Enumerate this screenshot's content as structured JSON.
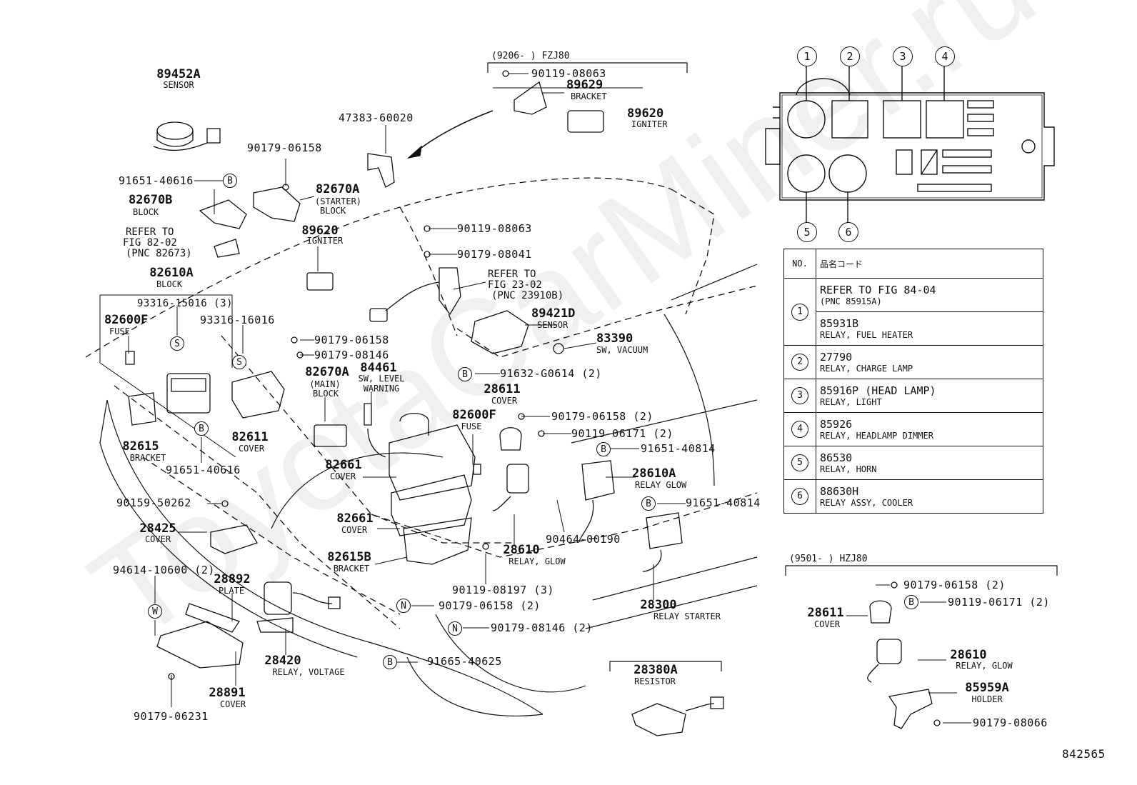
{
  "watermark": "ToyotaCarMiner.ru",
  "page_code": "842565",
  "labels": {
    "p89452A": "89452A",
    "sensor1": "SENSOR",
    "p90179_06158a": "90179-06158",
    "p47383": "47383-60020",
    "p91651_40616a": "91651-40616",
    "p82670B": "82670B",
    "block1": "BLOCK",
    "p82670A": "82670A",
    "starter": "(STARTER)",
    "block2": "BLOCK",
    "refer1": "REFER TO",
    "fig1": "FIG 82-02",
    "pnc1": "(PNC 82673)",
    "p89620a": "89620",
    "igniter1": "IGNITER",
    "p82610A": "82610A",
    "block3": "BLOCK",
    "p93316_15016": "93316-15016 (3)",
    "p82600Fa": "82600F",
    "fuse1": "FUSE",
    "p93316_16016": "93316-16016",
    "p90179_06158b": "90179-06158",
    "p90179_08146a": "90179-08146",
    "p82670Am": "82670A",
    "main": "(MAIN)",
    "block4": "BLOCK",
    "p84461": "84461",
    "swlevel": "SW, LEVEL",
    "warning": "WARNING",
    "p82611a": "82611",
    "cover1": "COVER",
    "p82615": "82615",
    "bracket1": "BRACKET",
    "p91651_40616b": "91651-40616",
    "p90159": "90159-50262",
    "p28425": "28425",
    "cover2": "COVER",
    "p82661a": "82661",
    "cover3": "COVER",
    "p82661b": "82661",
    "cover4": "COVER",
    "p82615B": "82615B",
    "bracket2": "BRACKET",
    "p94614": "94614-10600 (2)",
    "p28892": "28892",
    "plate": "PLATE",
    "p90119_08197": "90119-08197 (3)",
    "p90179_06158c": "90179-06158 (2)",
    "p90179_08146b": "90179-08146 (2)",
    "p91665": "91665-40625",
    "p28420": "28420",
    "relayvolt": "RELAY, VOLTAGE",
    "p28891": "28891",
    "cover5": "COVER",
    "p90179_06231": "90179-06231",
    "fzj": "(9206-        ) FZJ80",
    "p90119_08063a": "90119-08063",
    "p89629": "89629",
    "bracket3": "BRACKET",
    "p89620b": "89620",
    "igniter2": "IGNITER",
    "p90119_08063b": "90119-08063",
    "p90179_08041": "90179-08041",
    "refer2": "REFER TO",
    "fig2": "FIG 23-02",
    "pnc2": "(PNC 23910B)",
    "p89421D": "89421D",
    "sensor2": "SENSOR",
    "p83390": "83390",
    "swvac": "SW, VACUUM",
    "p91632": "91632-G0614 (2)",
    "p28611a": "28611",
    "cover6": "COVER",
    "p82600Fb": "82600F",
    "fuse2": "FUSE",
    "p90179_06158d": "90179-06158 (2)",
    "p90119_06171a": "90119-06171 (2)",
    "p91651_40814a": "91651-40814",
    "p28610A": "28610A",
    "relayglow1": "RELAY GLOW",
    "p91651_40814b": "91651-40814",
    "p90464": "90464-00190",
    "p28610a": "28610",
    "relayglow2": "RELAY, GLOW",
    "p28300": "28300",
    "relaystarter": "RELAY STARTER",
    "p28380A": "28380A",
    "resistor": "RESISTOR",
    "hzj": "(9501-        ) HZJ80",
    "p90179_06158e": "90179-06158 (2)",
    "p90119_06171b": "90119-06171 (2)",
    "p28611b": "28611",
    "cover7": "COVER",
    "p28610b": "28610",
    "relayglow3": "RELAY, GLOW",
    "p85959A": "85959A",
    "holder": "HOLDER",
    "p90179_08066": "90179-08066"
  },
  "circles": {
    "B": "B",
    "S": "S",
    "W": "W",
    "N": "N"
  },
  "relay_box_numbers": [
    "1",
    "2",
    "3",
    "4",
    "5",
    "6"
  ],
  "relay_table": {
    "col_no": "NO.",
    "col_code": "品名コード",
    "rows": [
      {
        "no": "1",
        "pn": "REFER TO FIG 84-04",
        "desc": "(PNC 85915A)"
      },
      {
        "no": "",
        "pn": "85931B",
        "desc": "RELAY, FUEL HEATER"
      },
      {
        "no": "2",
        "pn": "27790",
        "desc": "RELAY, CHARGE LAMP"
      },
      {
        "no": "3",
        "pn": "85916P (HEAD LAMP)",
        "desc": "RELAY, LIGHT"
      },
      {
        "no": "4",
        "pn": "85926",
        "desc": "RELAY, HEADLAMP DIMMER"
      },
      {
        "no": "5",
        "pn": "86530",
        "desc": "RELAY, HORN"
      },
      {
        "no": "6",
        "pn": "88630H",
        "desc": "RELAY ASSY, COOLER"
      }
    ]
  }
}
